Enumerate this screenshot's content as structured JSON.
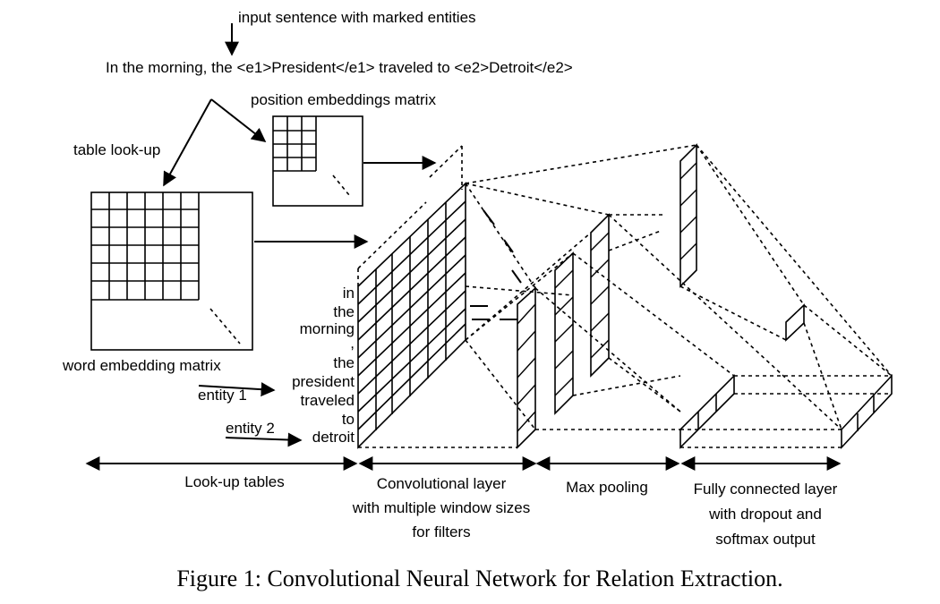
{
  "labels": {
    "input_caption": "input sentence with marked entities",
    "sentence": "In the morning, the <e1>President</e1> traveled to <e2>Detroit</e2>",
    "position_embeddings": "position embeddings matrix",
    "table_lookup": "table look-up",
    "word_embedding": "word embedding matrix",
    "entity1": "entity 1",
    "entity2": "entity 2"
  },
  "tokens": [
    "in",
    "the",
    "morning",
    ",",
    "the",
    "president",
    "traveled",
    "to",
    "detroit"
  ],
  "sections": {
    "lookup": "Look-up tables",
    "conv": [
      "Convolutional layer",
      "with multiple window sizes",
      "for filters"
    ],
    "maxpool": "Max pooling",
    "fc": [
      "Fully connected layer",
      "with dropout and",
      "softmax output"
    ]
  },
  "caption": "Figure 1: Convolutional Neural Network for Relation Extraction."
}
